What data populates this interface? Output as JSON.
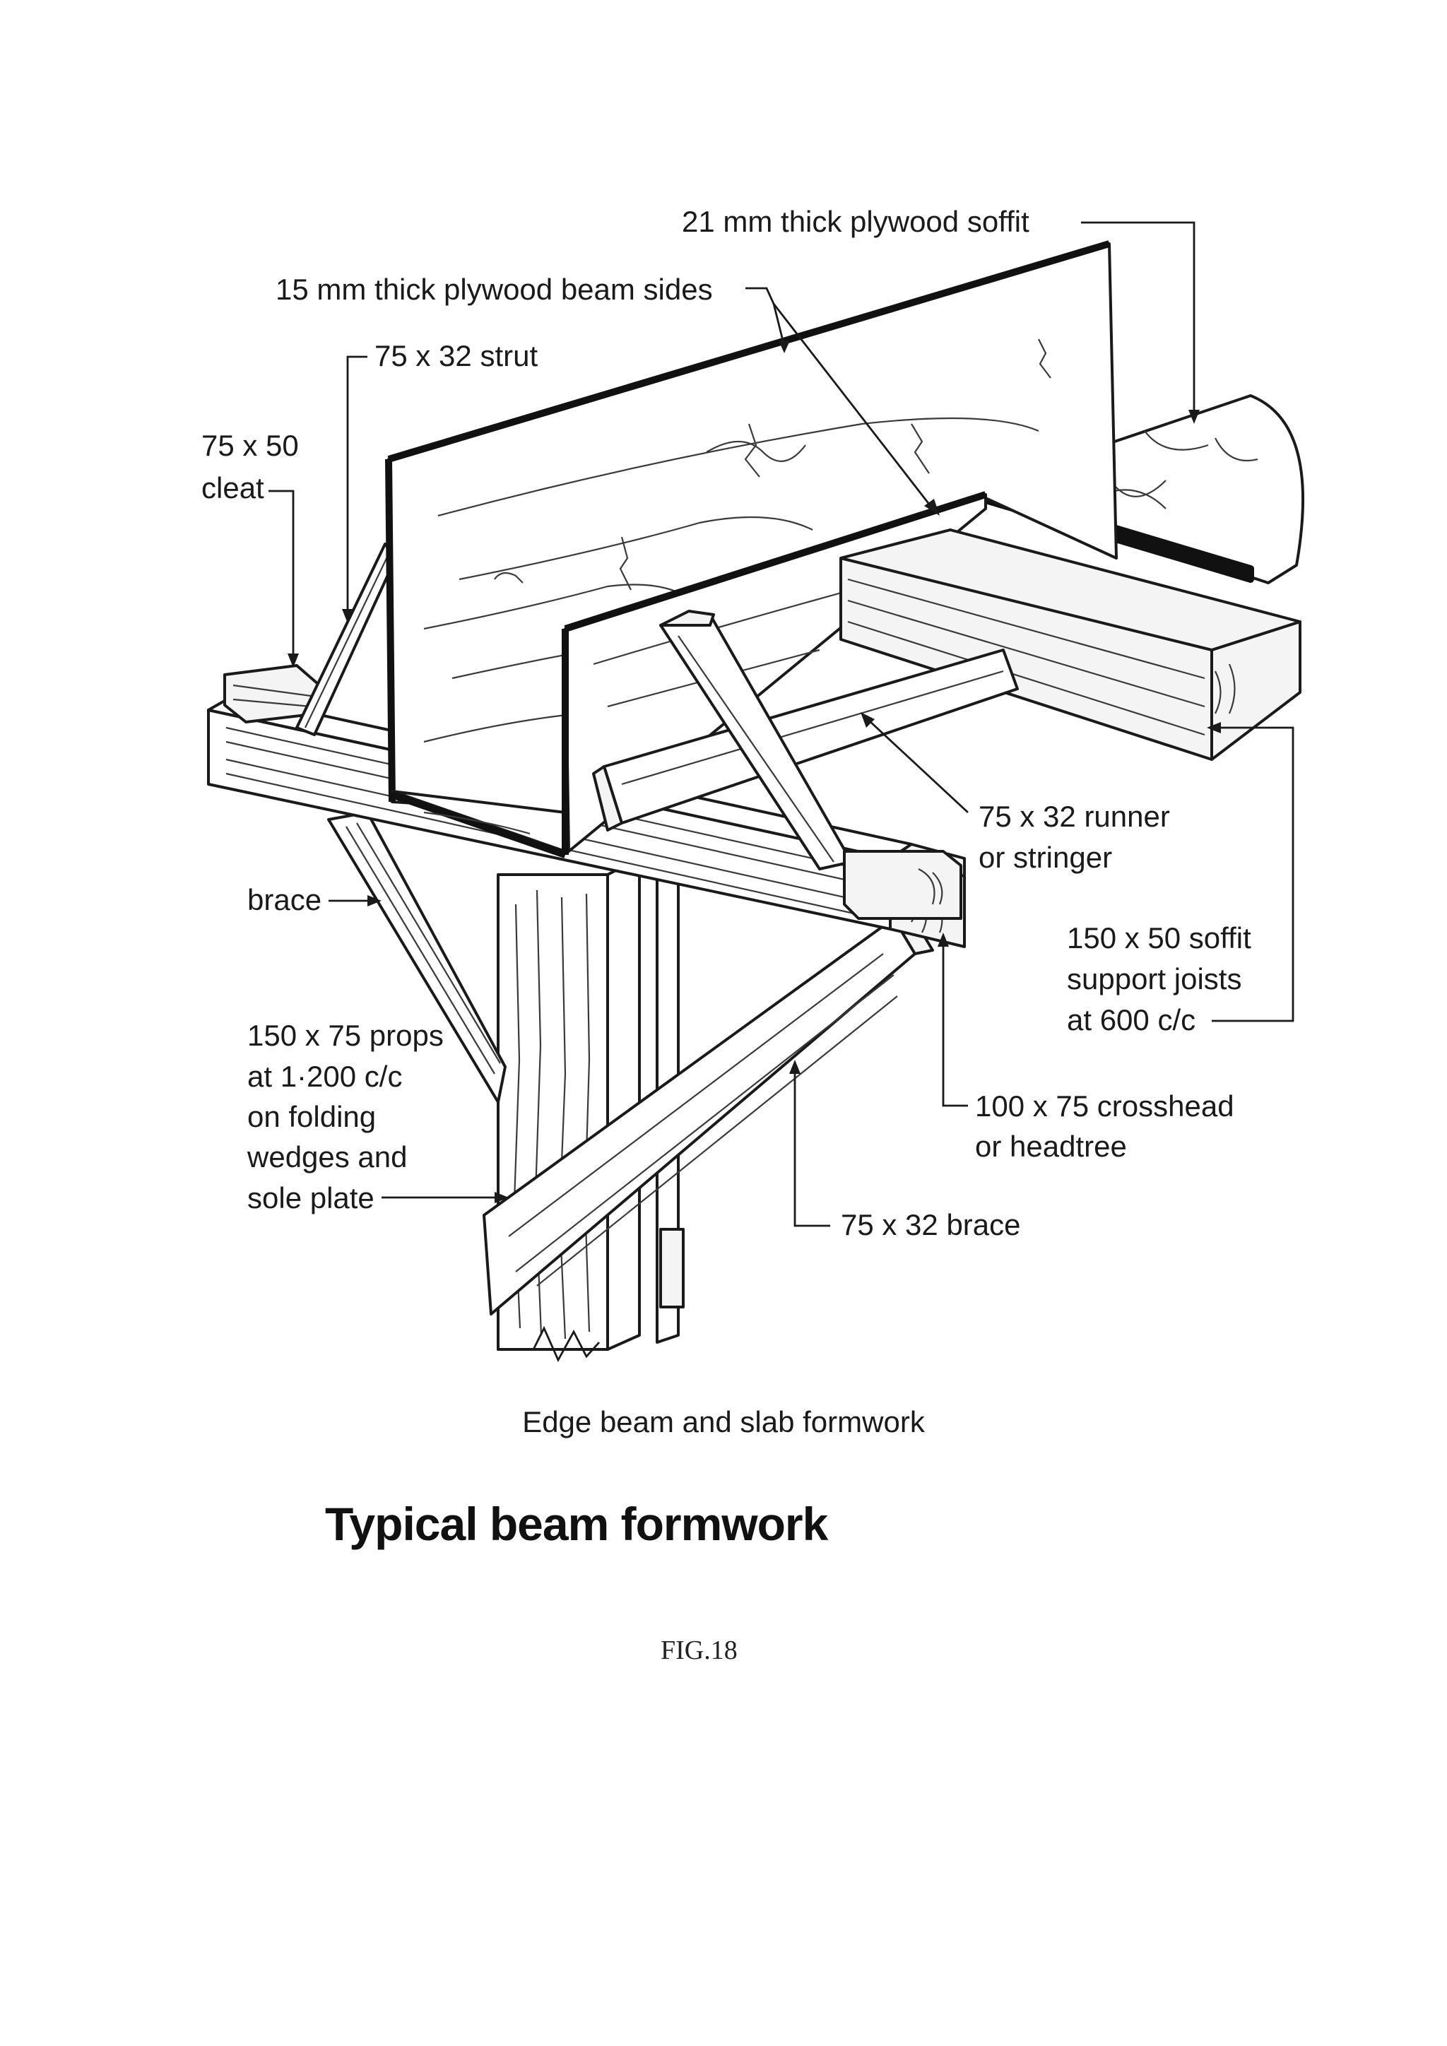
{
  "diagram": {
    "labels": {
      "soffit": "21 mm thick plywood soffit",
      "beam_sides": "15 mm thick plywood beam sides",
      "strut": "75 x 32 strut",
      "cleat_line1": "75 x 50",
      "cleat_line2": "cleat",
      "brace_left": "brace",
      "props_line1": "150 x 75 props",
      "props_line2": "at 1·200 c/c",
      "props_line3": "on folding",
      "props_line4": "wedges and",
      "props_line5": "sole plate",
      "runner_line1": "75 x 32 runner",
      "runner_line2": "or stringer",
      "joists_line1": "150 x 50 soffit",
      "joists_line2": "support joists",
      "joists_line3": "at 600 c/c",
      "crosshead_line1": "100 x 75 crosshead",
      "crosshead_line2": "or headtree",
      "brace_bottom": "75 x 32 brace"
    },
    "caption": "Edge beam and slab formwork"
  },
  "heading": "Typical beam formwork",
  "figure_number": "FIG.18"
}
